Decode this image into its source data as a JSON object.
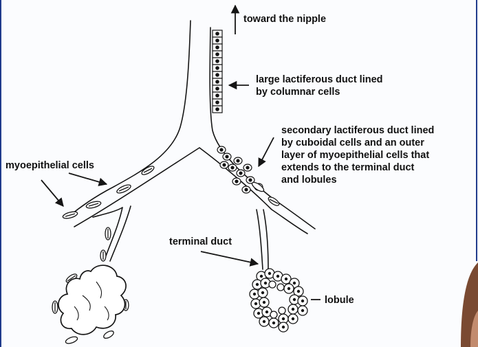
{
  "labels": {
    "toward_nipple": "toward the nipple",
    "large_duct_line1": "large lactiferous duct lined",
    "large_duct_line2": "by columnar cells",
    "secondary_line1": "secondary lactiferous duct lined",
    "secondary_line2": "by cuboidal cells and an outer",
    "secondary_line3": "layer of myoepithelial cells that",
    "secondary_line4": "extends to the terminal duct",
    "secondary_line5": "and lobules",
    "myoepithelial": "myoepithelial cells",
    "terminal_duct": "terminal duct",
    "lobule": "lobule"
  },
  "colors": {
    "ink": "#151515",
    "background": "#fbfcfe",
    "frame_blue": "#1f3b8c",
    "photo_brown": "#7a4a32"
  }
}
